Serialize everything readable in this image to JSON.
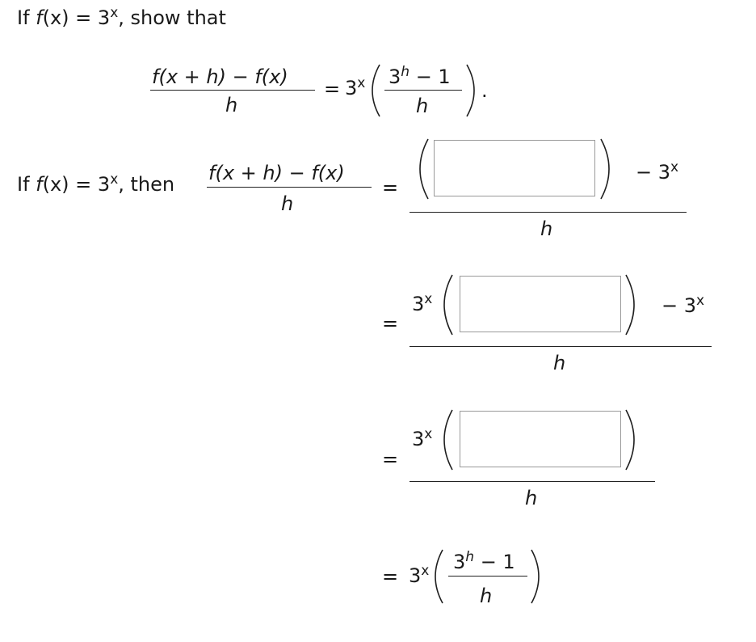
{
  "problem": {
    "intro_prefix": "If ",
    "intro_fn": "f",
    "intro_arg": "(x)",
    "intro_eq": " = 3",
    "intro_exp": "x",
    "intro_suffix": ", show that"
  },
  "show_eq": {
    "num_f1": "f",
    "num_mid": "(x + h) − ",
    "num_f2": "f",
    "num_end": "(x)",
    "den": "h",
    "eq": "=",
    "coef": "3",
    "coef_exp": "x",
    "inner_num": "3",
    "inner_num_exp": "h",
    "inner_num_rest": " − 1",
    "inner_den": "h",
    "period": "."
  },
  "step1": {
    "prefix": "If ",
    "fn": "f",
    "arg": "(x)",
    "eq_text": " = 3",
    "exp": "x",
    "then": ", then",
    "frac_f1": "f",
    "frac_mid": "(x + h) − ",
    "frac_f2": "f",
    "frac_end": "(x)",
    "frac_den": "h",
    "eq": "=",
    "minus_term": "− 3",
    "minus_term_exp": "x",
    "den": "h",
    "input_value": ""
  },
  "step2": {
    "eq": "=",
    "coef": "3",
    "coef_exp": "x",
    "minus_term": "− 3",
    "minus_term_exp": "x",
    "den": "h",
    "input_value": ""
  },
  "step3": {
    "eq": "=",
    "coef": "3",
    "coef_exp": "x",
    "den": "h",
    "input_value": ""
  },
  "step4": {
    "eq": "=",
    "coef": "3",
    "coef_exp": "x",
    "inner_num": "3",
    "inner_num_exp": "h",
    "inner_num_rest": " − 1",
    "inner_den": "h"
  }
}
